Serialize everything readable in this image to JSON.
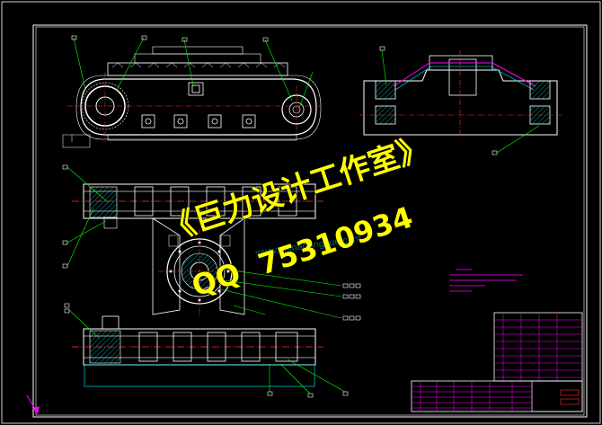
{
  "watermark": {
    "studio": "《巨力设计工作室》",
    "qq_label": "QQ",
    "qq_number": "75310934",
    "site": "www.chinagongxue.com"
  },
  "colors": {
    "background": "#000000",
    "frame": "#ffffff",
    "machine": "#ffffff",
    "centerline": "#ff3030",
    "leader": "#00ff00",
    "hatch": "#00ffff",
    "bom": "#ff00ff",
    "watermark_text": "#ffff00"
  },
  "icons": {
    "corner_marker": "arrow-corner-icon"
  }
}
